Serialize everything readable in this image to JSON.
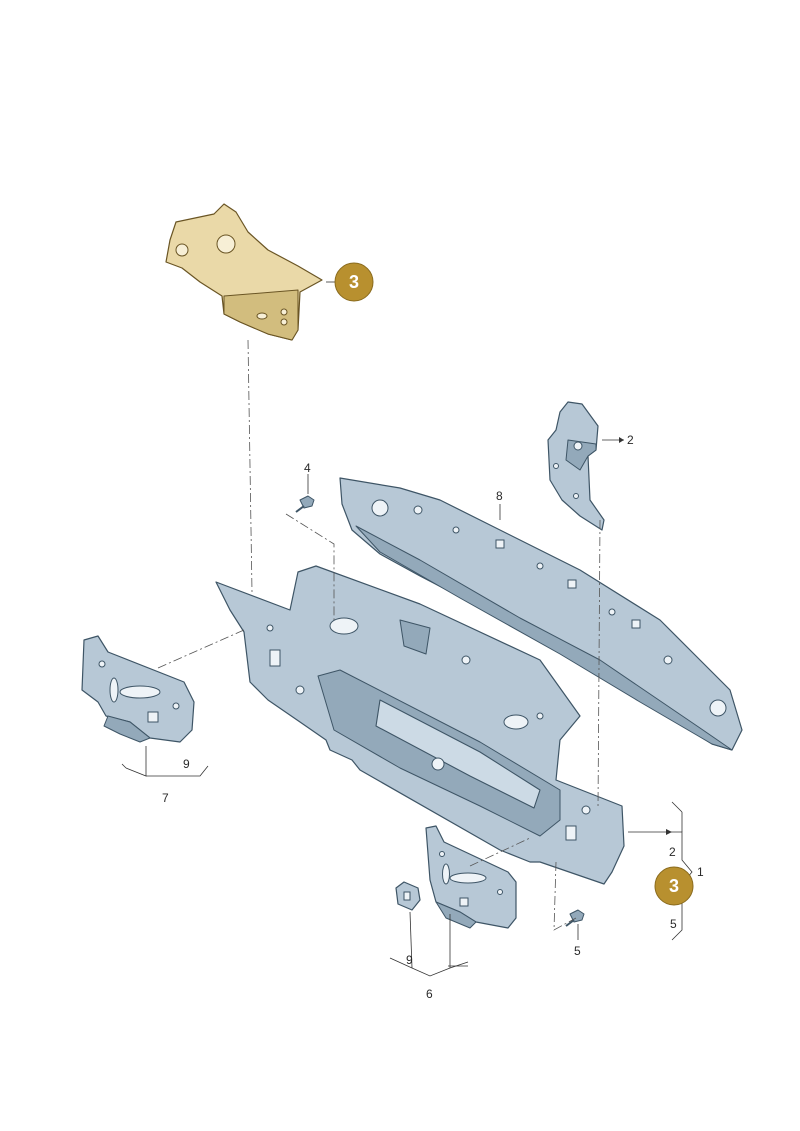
{
  "callouts": {
    "badge_top": "3",
    "badge_bottom": "3",
    "n_2_top": "2",
    "n_4": "4",
    "n_8": "8",
    "n_9_left": "9",
    "n_7": "7",
    "n_2_right": "2",
    "n_1": "1",
    "n_5_right": "5",
    "n_5_bottom": "5",
    "n_9_bottom": "9",
    "n_6": "6"
  },
  "colors": {
    "badge": "#b8902f",
    "highlight_part": "#ead9a8",
    "metal_part": "#b7c8d6"
  }
}
